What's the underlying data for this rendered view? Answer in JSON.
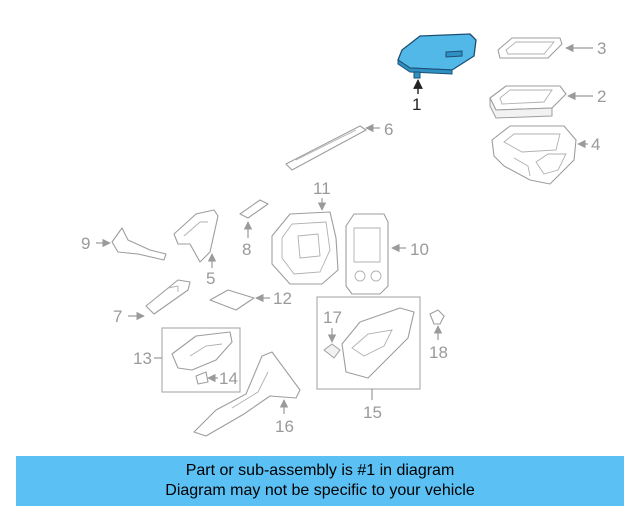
{
  "diagram": {
    "highlight_color": "#52b8e8",
    "highlighted_part": "1",
    "callouts": [
      "1",
      "2",
      "3",
      "4",
      "5",
      "6",
      "7",
      "8",
      "9",
      "10",
      "11",
      "12",
      "13",
      "14",
      "15",
      "16",
      "17",
      "18"
    ]
  },
  "banner": {
    "line1": "Part or sub-assembly is #1 in diagram",
    "line2": "Diagram may not be specific to your vehicle",
    "background": "#5bc0f4"
  }
}
